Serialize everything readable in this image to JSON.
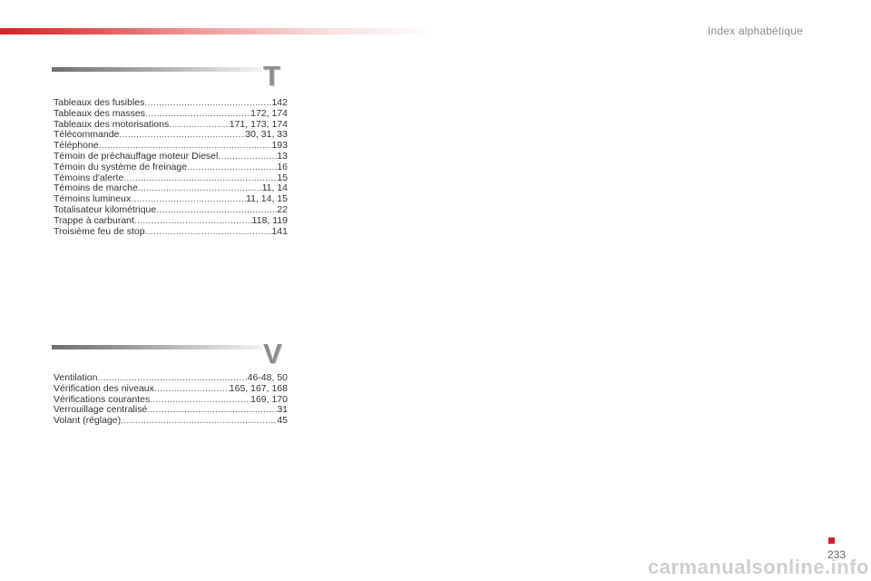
{
  "header": {
    "title": "Index alphabétique"
  },
  "sections": [
    {
      "letter": "T",
      "entries": [
        {
          "term": "Tableaux des fusibles ",
          "pages": "142"
        },
        {
          "term": "Tableaux des masses ",
          "pages": "172, 174"
        },
        {
          "term": "Tableaux des motorisations",
          "pages": "171, 173, 174"
        },
        {
          "term": "Télécommande ",
          "pages": "30, 31, 33"
        },
        {
          "term": "Téléphone ",
          "pages": "193"
        },
        {
          "term": "Témoin de préchauffage moteur Diesel ",
          "pages": "13"
        },
        {
          "term": "Témoin du système de freinage",
          "pages": "16"
        },
        {
          "term": "Témoins d'alerte",
          "pages": "15"
        },
        {
          "term": "Témoins de marche ",
          "pages": "11, 14"
        },
        {
          "term": "Témoins lumineux ",
          "pages": "11, 14, 15"
        },
        {
          "term": "Totalisateur kilométrique",
          "pages": "22"
        },
        {
          "term": "Trappe à carburant",
          "pages": "118, 119"
        },
        {
          "term": "Troisième feu de stop",
          "pages": "141"
        }
      ]
    },
    {
      "letter": "V",
      "entries": [
        {
          "term": "Ventilation ",
          "pages": "46-48, 50"
        },
        {
          "term": "Vérification des niveaux",
          "pages": "165, 167, 168"
        },
        {
          "term": "Vérifications courantes ",
          "pages": "169, 170"
        },
        {
          "term": "Verrouillage centralisé ",
          "pages": "31"
        },
        {
          "term": "Volant (réglage)",
          "pages": "45"
        }
      ]
    }
  ],
  "footer": {
    "page_number": "233",
    "watermark": "carmanualsonline.info"
  },
  "colors": {
    "accent": "#d8202a",
    "letter": "#8a8d94"
  }
}
